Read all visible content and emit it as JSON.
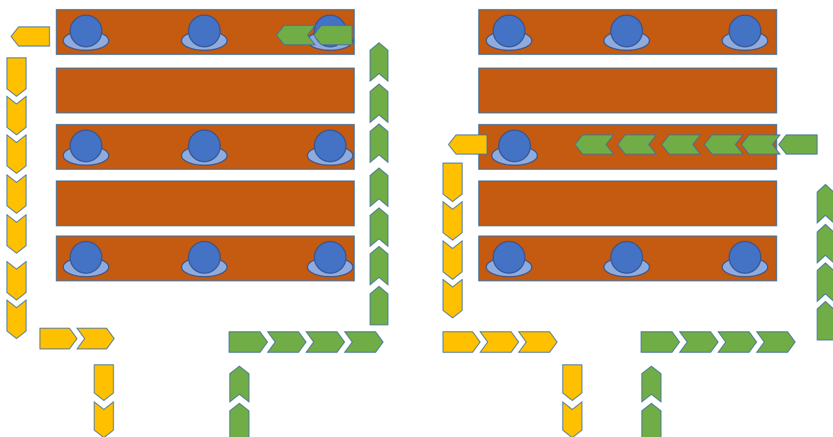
{
  "colors": {
    "background": "#ffffff",
    "bench": "#c55a11",
    "bench_stroke": "#41719c",
    "seat": "#4472c4",
    "seat_stroke": "#2f528f",
    "seat_base": "#8faadc",
    "yellow_arrow": "#ffc000",
    "green_arrow": "#70ad47",
    "arrow_stroke": "#41719c"
  },
  "icons": {
    "bench": "bench-row",
    "seat": "seated-person-icon",
    "yellow": "yellow-chevron-arrow",
    "green": "green-chevron-arrow"
  },
  "panels": [
    {
      "id": "left",
      "rows": [
        {
          "seats": 3
        },
        {
          "seats": 0
        },
        {
          "seats": 3
        },
        {
          "seats": 0
        },
        {
          "seats": 3
        }
      ]
    },
    {
      "id": "right",
      "rows": [
        {
          "seats": 3
        },
        {
          "seats": 0
        },
        {
          "seats": 1
        },
        {
          "seats": 0
        },
        {
          "seats": 3
        }
      ]
    }
  ]
}
